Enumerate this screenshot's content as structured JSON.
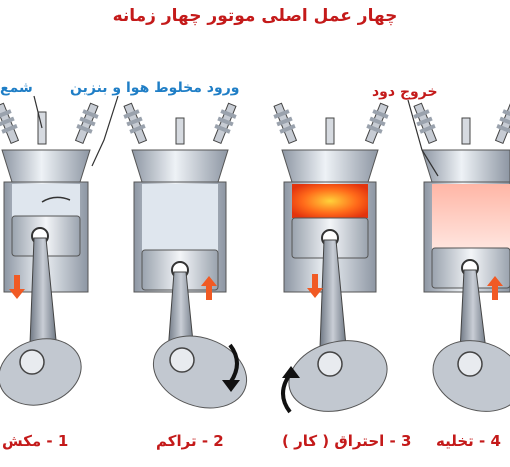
{
  "title": "چهار عمل اصلی موتور چهار زمانه",
  "labels": {
    "spark_plug": "شمع",
    "intake": "ورود مخلوط هوا و بنزین",
    "exhaust": "خروج دود"
  },
  "strokes": [
    {
      "caption": "1 - مکش",
      "chamber_color": "#dfe6ee"
    },
    {
      "caption": "2 - تراکم",
      "chamber_color": "#dfe6ee"
    },
    {
      "caption": "3 - احتراق ( کار )",
      "chamber_color": "#ff6a1a"
    },
    {
      "caption": "4 - تخلیه",
      "chamber_color": "#ffc6b8"
    }
  ],
  "colors": {
    "title_red": "#c41a1a",
    "label_blue": "#1f7ec6",
    "arrow_orange": "#f15a24",
    "metal": "#aeb6c2",
    "metal_dark": "#5e6672"
  }
}
